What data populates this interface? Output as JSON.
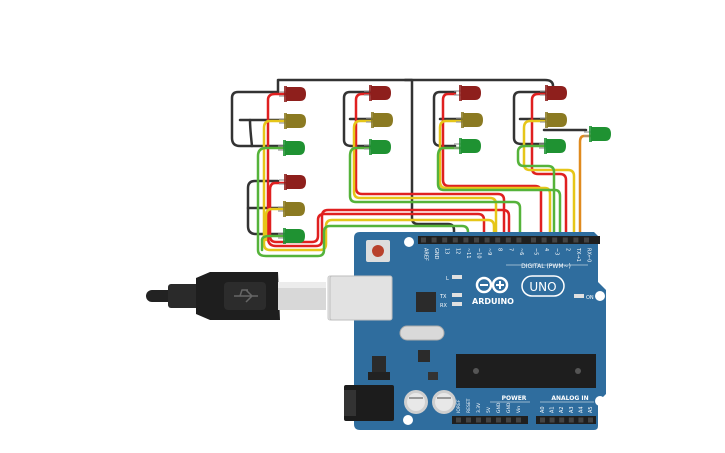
{
  "board": {
    "brand_text": "ARDUINO",
    "model_text": "UNO",
    "digital_header_text": "DIGITAL (PWM~)",
    "power_label": "POWER",
    "analog_label": "ANALOG IN",
    "on_label": "ON",
    "l_label": "L",
    "tx_label": "TX",
    "rx_label": "RX",
    "digital_pins": [
      "AREF",
      "GND",
      "13",
      "12",
      "~11",
      "~10",
      "~9",
      "8",
      "7",
      "~6",
      "~5",
      "4",
      "~3",
      "2",
      "TX→1",
      "RX←0"
    ],
    "power_pins": [
      "IOREF",
      "RESET",
      "3.3V",
      "5V",
      "GND",
      "GND",
      "Vin"
    ],
    "analog_pins": [
      "A0",
      "A1",
      "A2",
      "A3",
      "A4",
      "A5"
    ]
  },
  "leds": [
    {
      "color": "red"
    },
    {
      "color": "yellow"
    },
    {
      "color": "green"
    },
    {
      "color": "red"
    },
    {
      "color": "yellow"
    },
    {
      "color": "green"
    },
    {
      "color": "red"
    },
    {
      "color": "yellow"
    },
    {
      "color": "green"
    },
    {
      "color": "red"
    },
    {
      "color": "yellow"
    },
    {
      "color": "green"
    },
    {
      "color": "red"
    },
    {
      "color": "yellow"
    },
    {
      "color": "green"
    },
    {
      "color": "green"
    }
  ],
  "colors": {
    "board_blue": "#2f6d9e",
    "wire_black": "#333333",
    "wire_red": "#e02020",
    "wire_yellow": "#e6c619",
    "wire_green": "#55b33a",
    "wire_orange": "#e08a1e",
    "led_red": "#8e1f1c",
    "led_yellow": "#8b7a22",
    "led_green": "#1f9232"
  }
}
